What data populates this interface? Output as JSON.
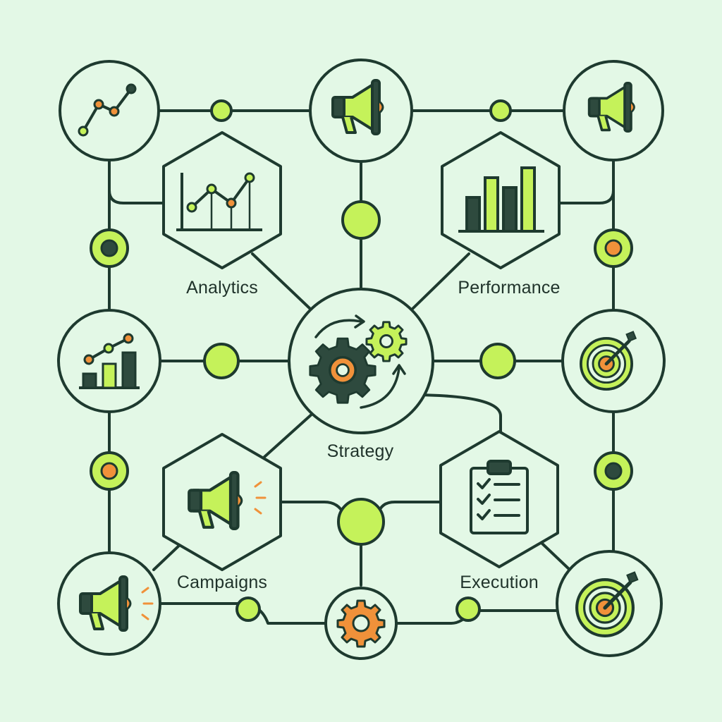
{
  "labels": {
    "analytics": "Analytics",
    "performance": "Performance",
    "strategy": "Strategy",
    "campaigns": "Campaigns",
    "execution": "Execution"
  },
  "colors": {
    "background": "#e3f8e6",
    "stroke": "#1e3a2f",
    "lime": "#c5f25a",
    "orange": "#f0913a",
    "dark": "#2e4a3e"
  },
  "icons": [
    "line-chart-icon",
    "megaphone-icon",
    "bar-chart-icon",
    "gears-icon",
    "target-icon",
    "clipboard-checklist-icon",
    "gear-icon"
  ]
}
